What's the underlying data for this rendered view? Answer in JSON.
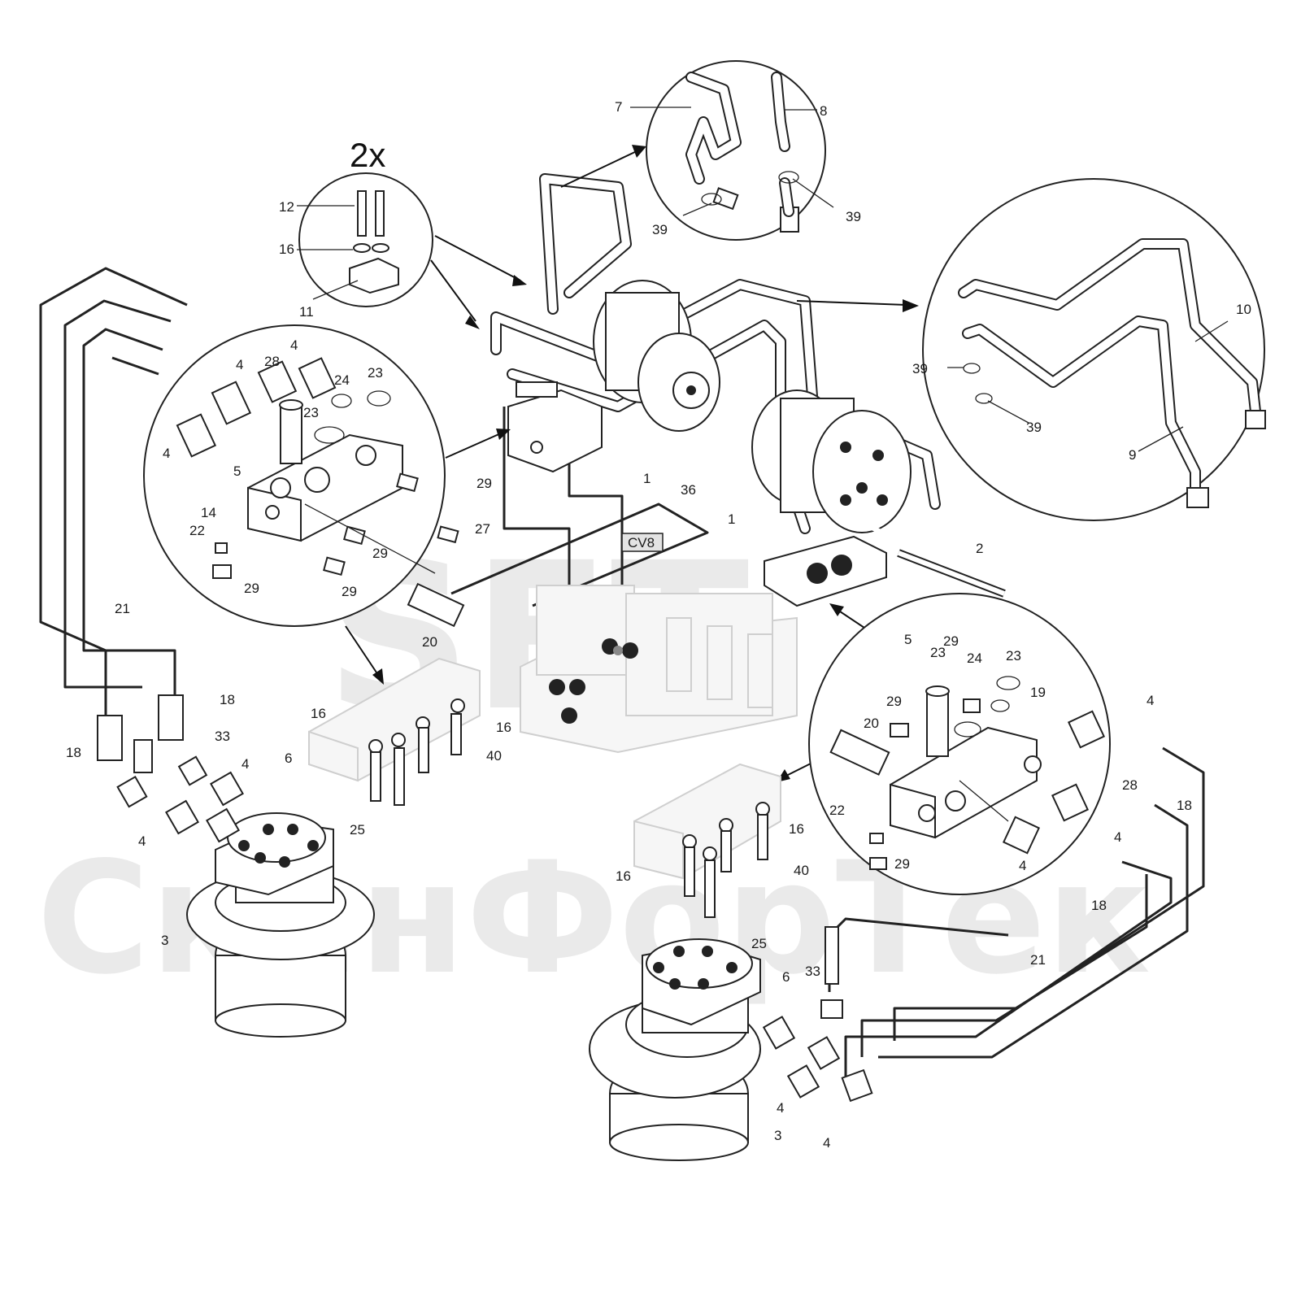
{
  "watermark": {
    "logo_text": "SFT",
    "brand_text": "СканФорТек"
  },
  "multiplier_label": "2x",
  "tag_box_label": "CV8",
  "callouts": {
    "c1a": "1",
    "c1b": "1",
    "c2": "2",
    "c3a": "3",
    "c3b": "3",
    "c4a": "4",
    "c4b": "4",
    "c4c": "4",
    "c4d": "4",
    "c4e": "4",
    "c4f": "4",
    "c4g": "4",
    "c4h": "4",
    "c4i": "4",
    "c4j": "4",
    "c5a": "5",
    "c5b": "5",
    "c6a": "6",
    "c6b": "6",
    "c7": "7",
    "c8": "8",
    "c9": "9",
    "c10": "10",
    "c11": "11",
    "c12": "12",
    "c14": "14",
    "c16a": "16",
    "c16b": "16",
    "c16c": "16",
    "c16d": "16",
    "c16e": "16",
    "c18a": "18",
    "c18b": "18",
    "c18c": "18",
    "c18d": "18",
    "c19": "19",
    "c20a": "20",
    "c20b": "20",
    "c21a": "21",
    "c21b": "21",
    "c22a": "22",
    "c22b": "22",
    "c23a": "23",
    "c23b": "23",
    "c23c": "23",
    "c23d": "23",
    "c24a": "24",
    "c24b": "24",
    "c25a": "25",
    "c25b": "25",
    "c27": "27",
    "c28a": "28",
    "c28b": "28",
    "c29a": "29",
    "c29b": "29",
    "c29c": "29",
    "c29d": "29",
    "c29e": "29",
    "c29f": "29",
    "c29g": "29",
    "c33a": "33",
    "c33b": "33",
    "c36": "36",
    "c39a": "39",
    "c39b": "39",
    "c39c": "39",
    "c39d": "39",
    "c40a": "40",
    "c40b": "40"
  }
}
